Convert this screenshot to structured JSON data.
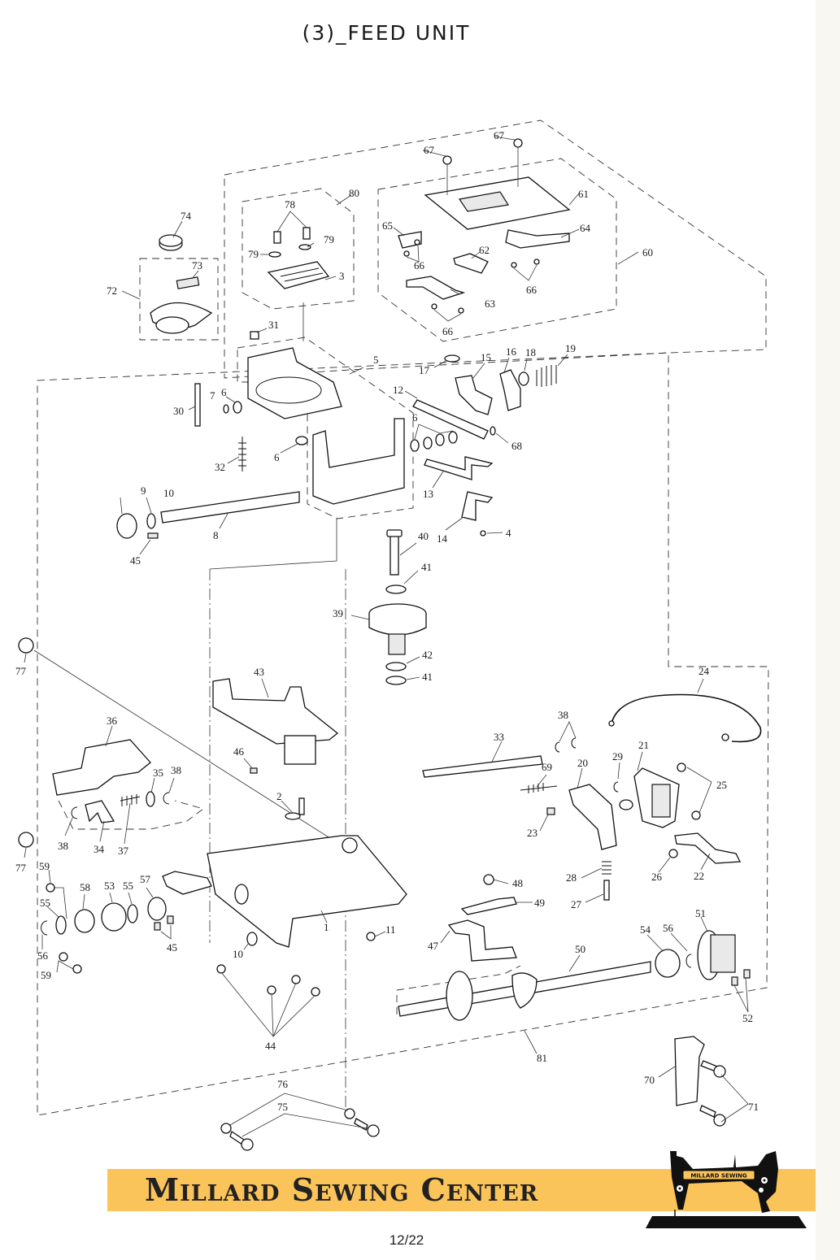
{
  "page": {
    "title": "(3)_FEED UNIT",
    "page_number": "12/22",
    "background": "#ffffff",
    "side_strip_color": "#f8f7f2"
  },
  "banner": {
    "text": "Millard Sewing Center",
    "logo_text": "MILLARD SEWING",
    "color": "#fbc45a"
  },
  "labels": {
    "p1": "1",
    "p2": "2",
    "p3": "3",
    "p4": "4",
    "p5": "5",
    "p6a": "6",
    "p6b": "6",
    "p6c": "6",
    "p7": "7",
    "p8": "8",
    "p9": "9",
    "p10a": "10",
    "p10b": "10",
    "p11": "11",
    "p12": "12",
    "p13": "13",
    "p14": "14",
    "p15": "15",
    "p16": "16",
    "p17": "17",
    "p18": "18",
    "p19": "19",
    "p20": "20",
    "p21": "21",
    "p22": "22",
    "p23": "23",
    "p24": "24",
    "p25": "25",
    "p26": "26",
    "p27": "27",
    "p28": "28",
    "p29": "29",
    "p30": "30",
    "p31": "31",
    "p32": "32",
    "p33": "33",
    "p34": "34",
    "p35": "35",
    "p36": "36",
    "p37": "37",
    "p38a": "38",
    "p38b": "38",
    "p38c": "38",
    "p39": "39",
    "p40": "40",
    "p41a": "41",
    "p41b": "41",
    "p42": "42",
    "p43": "43",
    "p44": "44",
    "p45a": "45",
    "p45b": "45",
    "p46": "46",
    "p47": "47",
    "p48": "48",
    "p49": "49",
    "p50": "50",
    "p51": "51",
    "p52": "52",
    "p53": "53",
    "p54": "54",
    "p55a": "55",
    "p55b": "55",
    "p56a": "56",
    "p56b": "56",
    "p57": "57",
    "p58": "58",
    "p59a": "59",
    "p59b": "59",
    "p60": "60",
    "p61": "61",
    "p62": "62",
    "p63": "63",
    "p64": "64",
    "p65": "65",
    "p66a": "66",
    "p66b": "66",
    "p66c": "66",
    "p67a": "67",
    "p67b": "67",
    "p68": "68",
    "p69": "69",
    "p70": "70",
    "p71": "71",
    "p72": "72",
    "p73": "73",
    "p74": "74",
    "p75": "75",
    "p76": "76",
    "p77a": "77",
    "p77b": "77",
    "p78": "78",
    "p79a": "79",
    "p79b": "79",
    "p80": "80",
    "p81": "81"
  }
}
